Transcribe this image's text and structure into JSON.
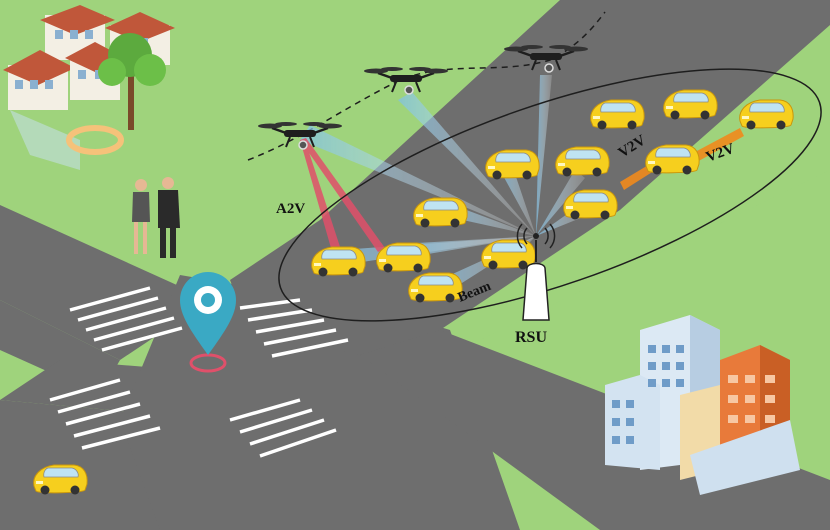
{
  "labels": {
    "a2v": "A2V",
    "v2v_1": "V2V",
    "v2v_2": "V2V",
    "beam": "Beam",
    "rsu": "RSU"
  },
  "colors": {
    "grass": "#9fd37c",
    "road": "#6e6e6e",
    "car": "#f6cf1e",
    "a2v_link": "#e0506a",
    "v2v_link": "#f08a1c",
    "beam": "#7fc1e6",
    "pin": "#3aa9c4"
  }
}
